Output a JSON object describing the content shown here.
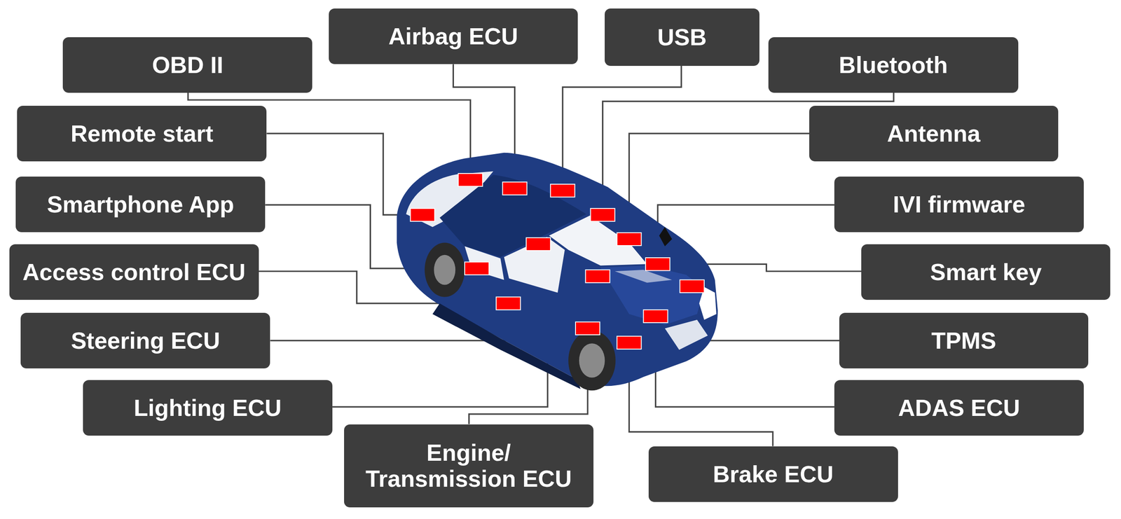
{
  "diagram": {
    "nodes": [
      {
        "text": [
          "OBD II"
        ]
      },
      {
        "text": [
          "Airbag ECU"
        ]
      },
      {
        "text": [
          "USB"
        ]
      },
      {
        "text": [
          "Bluetooth"
        ]
      },
      {
        "text": [
          "Remote start"
        ]
      },
      {
        "text": [
          "Antenna"
        ]
      },
      {
        "text": [
          "Smartphone App"
        ]
      },
      {
        "text": [
          "IVI firmware"
        ]
      },
      {
        "text": [
          "Access control ECU"
        ]
      },
      {
        "text": [
          "Smart key"
        ]
      },
      {
        "text": [
          "Steering ECU"
        ]
      },
      {
        "text": [
          "TPMS"
        ]
      },
      {
        "text": [
          "Lighting ECU"
        ]
      },
      {
        "text": [
          "ADAS ECU"
        ]
      },
      {
        "text": [
          "Engine/ Transmission ECU"
        ]
      },
      {
        "text": [
          "Brake ECU"
        ]
      }
    ]
  }
}
